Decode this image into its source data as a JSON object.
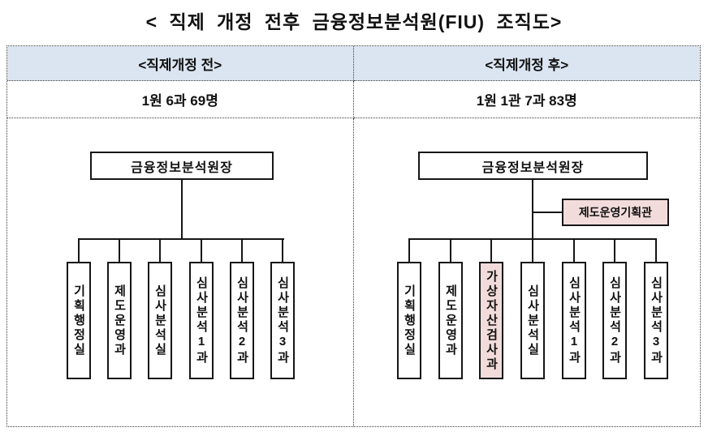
{
  "title": "< 직제 개정 전후 금융정보분석원(FIU) 조직도>",
  "colors": {
    "header_bg": "#dbe5f1",
    "highlight_bg": "#f2dcdb",
    "box_border": "#161616",
    "table_border": "#3a3a3a",
    "text": "#111111"
  },
  "before": {
    "header": "<직제개정 전>",
    "summary": "1원 6과 69명",
    "root": "금융정보분석원장",
    "departments": [
      {
        "label": "기획행정실",
        "highlight": false
      },
      {
        "label": "제도운영과",
        "highlight": false
      },
      {
        "label": "심사분석실",
        "highlight": false
      },
      {
        "label": "심사분석1과",
        "highlight": false
      },
      {
        "label": "심사분석2과",
        "highlight": false
      },
      {
        "label": "심사분석3과",
        "highlight": false
      }
    ]
  },
  "after": {
    "header": "<직제개정 후>",
    "summary": "1원 1관 7과 83명",
    "root": "금융정보분석원장",
    "staff_office": {
      "label": "제도운영기획관",
      "highlight": true
    },
    "departments": [
      {
        "label": "기획행정실",
        "highlight": false
      },
      {
        "label": "제도운영과",
        "highlight": false
      },
      {
        "label": "가상자산검사과",
        "highlight": true
      },
      {
        "label": "심사분석실",
        "highlight": false
      },
      {
        "label": "심사분석1과",
        "highlight": false
      },
      {
        "label": "심사분석2과",
        "highlight": false
      },
      {
        "label": "심사분석3과",
        "highlight": false
      }
    ]
  }
}
